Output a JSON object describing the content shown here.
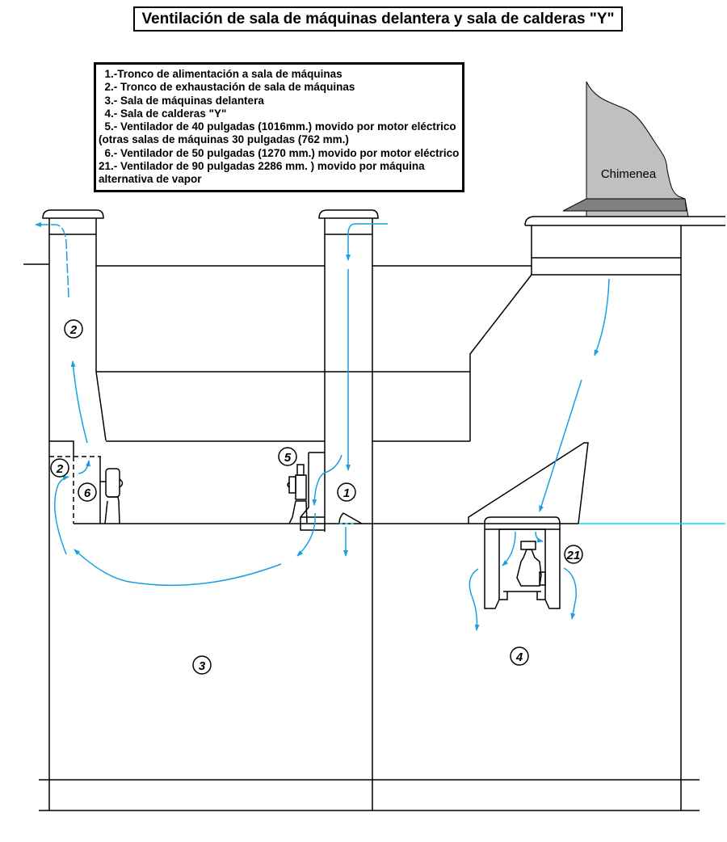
{
  "title": "Ventilación de sala de máquinas delantera y sala de calderas \"Y\"",
  "legend": [
    "  1.-Tronco de alimentación a sala de máquinas",
    "  2.- Tronco de exhaustación de sala de máquinas",
    "  3.- Sala de máquinas delantera",
    "  4.- Sala de calderas \"Y\"",
    "  5.- Ventilador de 40 pulgadas (1016mm.) movido por motor eléctrico",
    "(otras salas de máquinas 30 pulgadas (762 mm.)",
    "  6.- Ventilador de 50 pulgadas (1270 mm.) movido por motor eléctrico",
    "21.- Ventilador de 90 pulgadas 2286 mm. ) movido por máquina",
    "alternativa de vapor"
  ],
  "chimney_label": "Chimenea",
  "markers": {
    "m1": "1",
    "m2a": "2",
    "m2b": "2",
    "m3": "3",
    "m4": "4",
    "m5": "5",
    "m6": "6",
    "m21": "21"
  },
  "colors": {
    "airflow": "#1aa0e0",
    "chimney": "#c0c0c0",
    "chimney_band": "#808080"
  }
}
